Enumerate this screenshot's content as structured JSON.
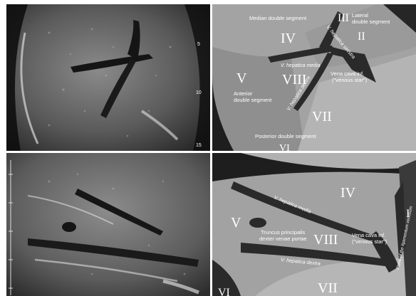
{
  "top_ultrasound": {
    "scale_marks": [
      "5",
      "10",
      "15"
    ]
  },
  "top_diagram": {
    "segments": {
      "II": "II",
      "III": "III",
      "IV": "IV",
      "V": "V",
      "VI": "VI",
      "VII": "VII",
      "VIII": "VIII"
    },
    "labels": {
      "median": "Median double segment",
      "lateral_1": "Lateral",
      "lateral_2": "double segment",
      "anterior_1": "Anterior",
      "anterior_2": "double segment",
      "posterior": "Posterior double segment",
      "vena_1": "Vena cava inf.",
      "vena_2": "(\"venous star\")"
    },
    "vessels": {
      "media": "V. hepatica media",
      "dextra": "V. hepatica dextra",
      "sinistra": "V. hepatica sinistra"
    }
  },
  "bottom_diagram": {
    "segments": {
      "I": "I",
      "IV": "IV",
      "V": "V",
      "VI": "VI",
      "VII": "VII",
      "VIII": "VIII"
    },
    "labels": {
      "truncus_1": "Truncus principalis",
      "truncus_2": "dexter venae portae",
      "vena_1": "Vena cava inf.",
      "vena_2": "(\"venous star\")"
    },
    "vessels": {
      "media": "V. hepatica media",
      "dextra": "V. hepatica dextra",
      "plane": "Plane of the ligamentum venosum"
    }
  }
}
